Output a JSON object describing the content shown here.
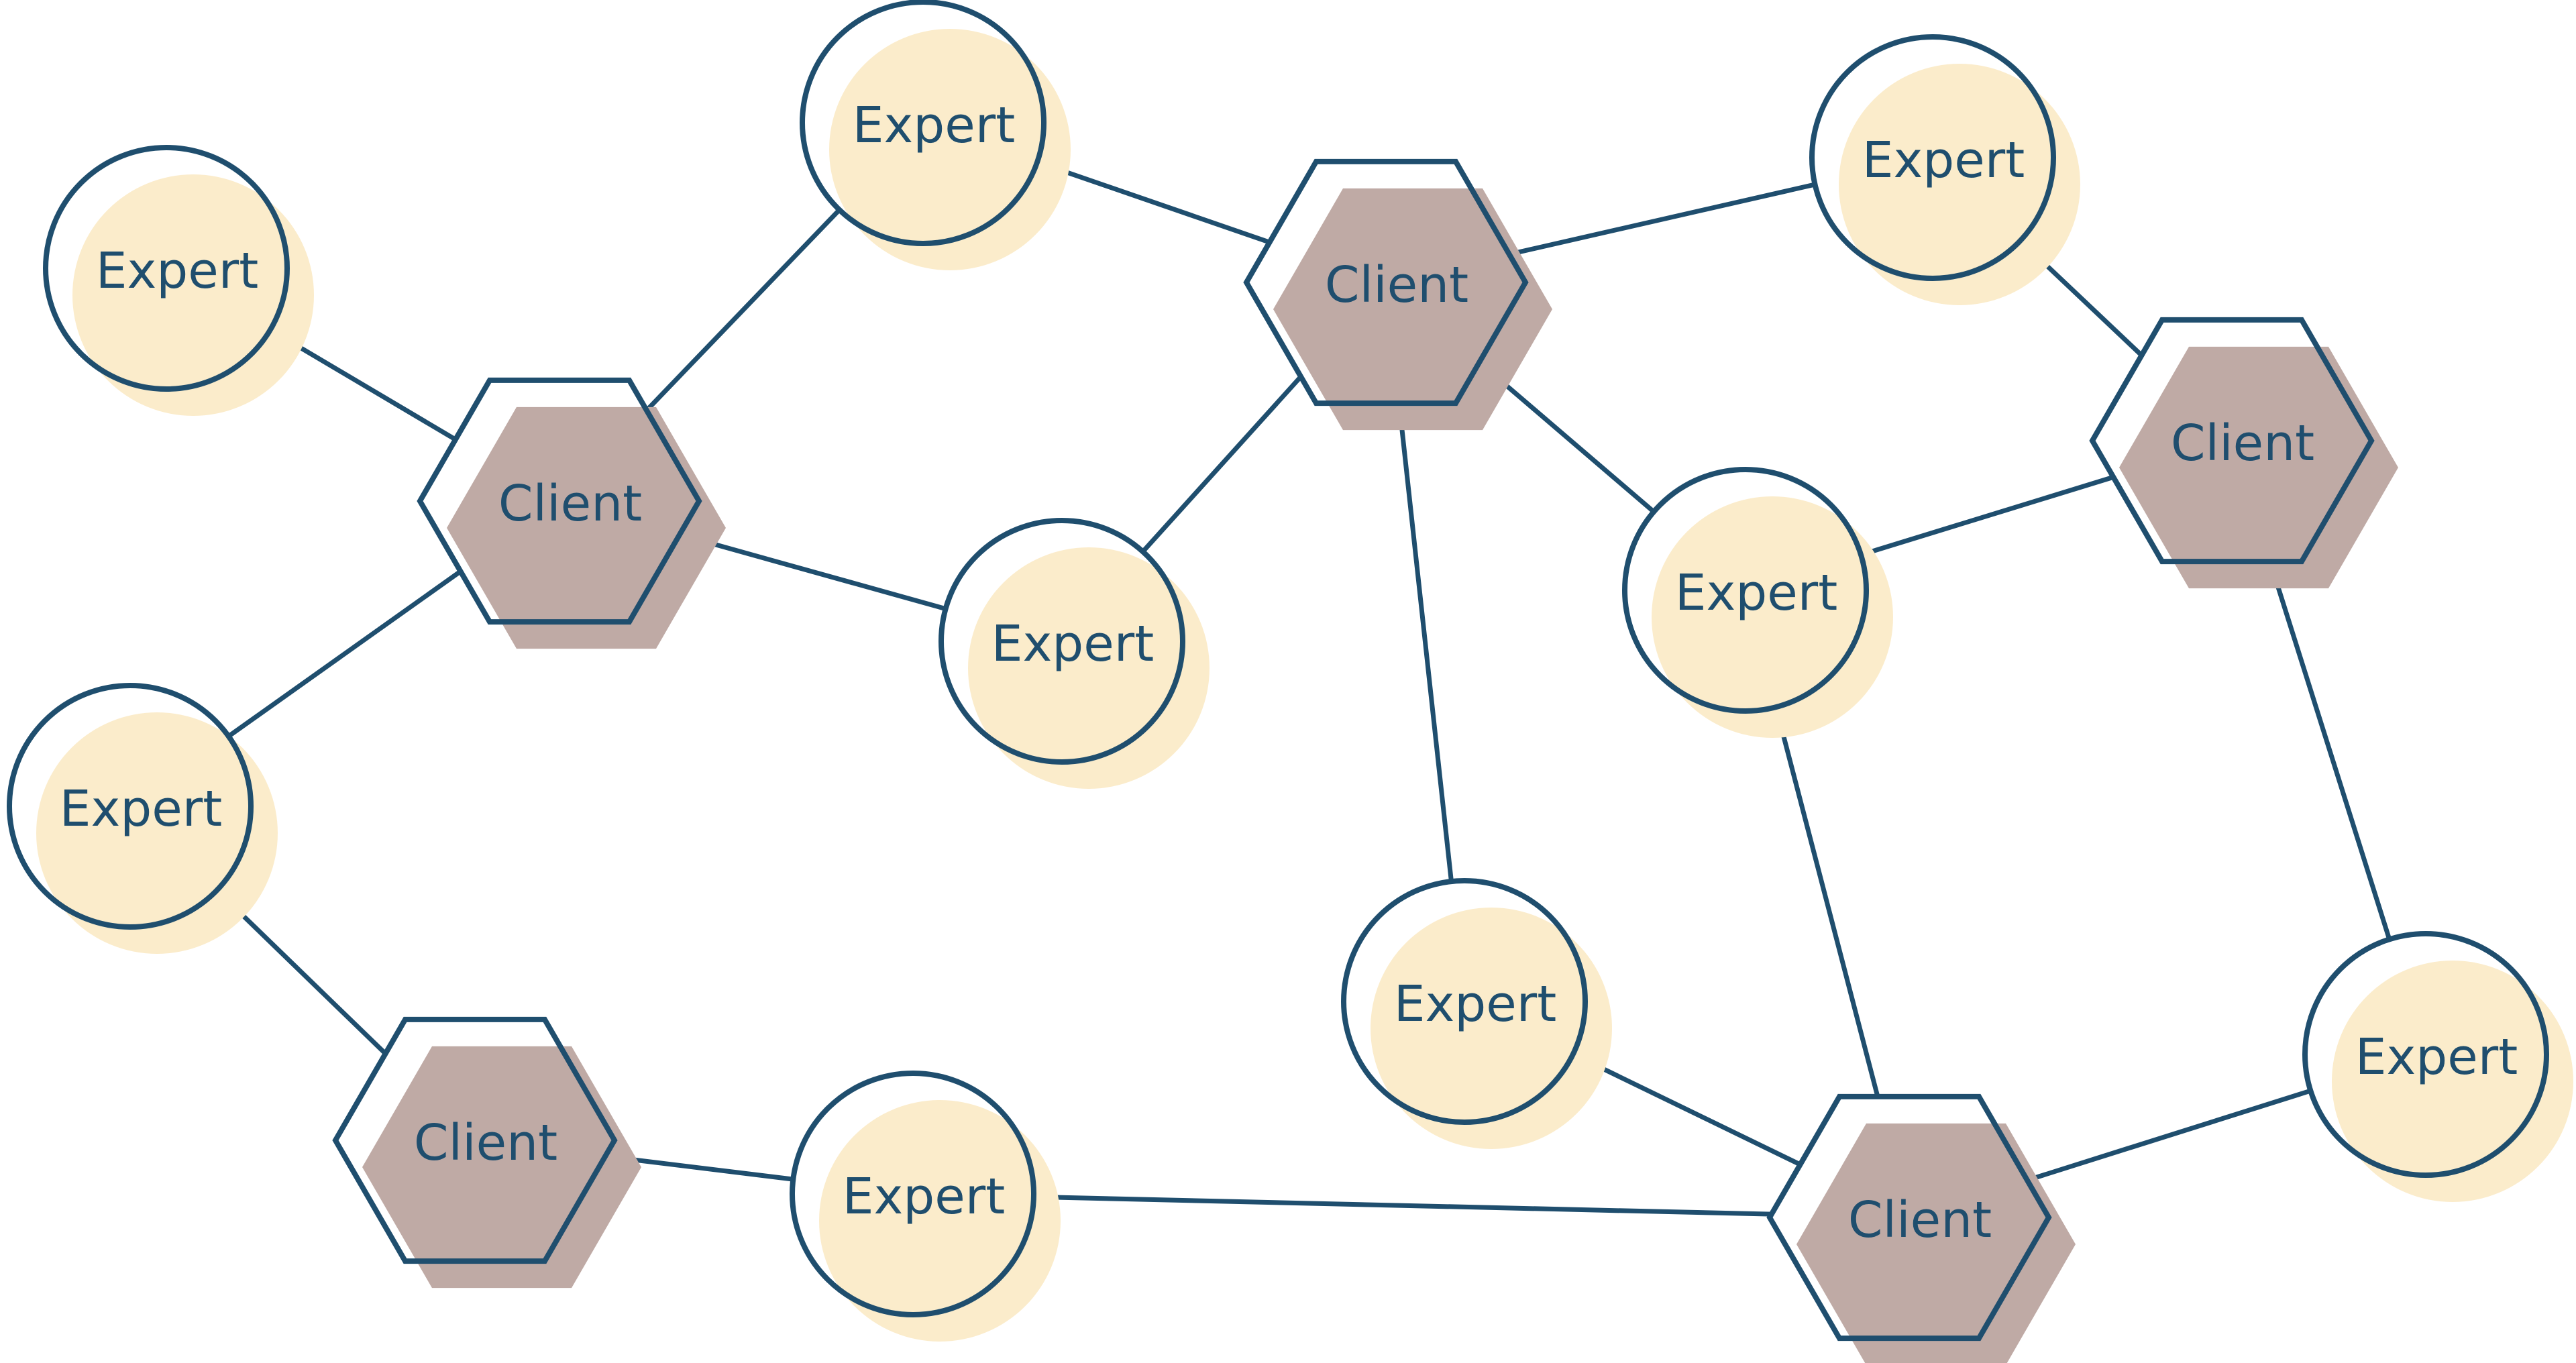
{
  "diagram": {
    "colors": {
      "stroke": "#1f4e6e",
      "expert_fill": "#fbeccb",
      "client_fill": "#bfaaa5",
      "outline_fill": "#ffffff",
      "background": "#ffffff"
    },
    "nodes": [
      {
        "id": "expert-1",
        "type": "expert",
        "label": "Expert"
      },
      {
        "id": "expert-2",
        "type": "expert",
        "label": "Expert"
      },
      {
        "id": "expert-3",
        "type": "expert",
        "label": "Expert"
      },
      {
        "id": "expert-4",
        "type": "expert",
        "label": "Expert"
      },
      {
        "id": "expert-5",
        "type": "expert",
        "label": "Expert"
      },
      {
        "id": "expert-6",
        "type": "expert",
        "label": "Expert"
      },
      {
        "id": "expert-7",
        "type": "expert",
        "label": "Expert"
      },
      {
        "id": "expert-8",
        "type": "expert",
        "label": "Expert"
      },
      {
        "id": "expert-9",
        "type": "expert",
        "label": "Expert"
      },
      {
        "id": "client-1",
        "type": "client",
        "label": "Client"
      },
      {
        "id": "client-2",
        "type": "client",
        "label": "Client"
      },
      {
        "id": "client-3",
        "type": "client",
        "label": "Client"
      },
      {
        "id": "client-4",
        "type": "client",
        "label": "Client"
      },
      {
        "id": "client-5",
        "type": "client",
        "label": "Client"
      },
      {
        "id": "expert-10",
        "type": "expert",
        "label": "Expert"
      }
    ],
    "edges": [
      [
        "expert-1",
        "client-1"
      ],
      [
        "expert-2",
        "client-1"
      ],
      [
        "expert-3",
        "client-1"
      ],
      [
        "expert-4",
        "client-1"
      ],
      [
        "expert-3",
        "client-3"
      ],
      [
        "expert-4",
        "client-2"
      ],
      [
        "expert-2",
        "client-2"
      ],
      [
        "client-2",
        "expert-5"
      ],
      [
        "client-2",
        "expert-6"
      ],
      [
        "client-2",
        "expert-7"
      ],
      [
        "expert-5",
        "client-4"
      ],
      [
        "expert-6",
        "client-4"
      ],
      [
        "expert-6",
        "client-5"
      ],
      [
        "client-4",
        "expert-9"
      ],
      [
        "client-3",
        "expert-10"
      ],
      [
        "expert-10",
        "client-5"
      ],
      [
        "expert-7",
        "client-5"
      ],
      [
        "client-5",
        "expert-9"
      ]
    ]
  }
}
